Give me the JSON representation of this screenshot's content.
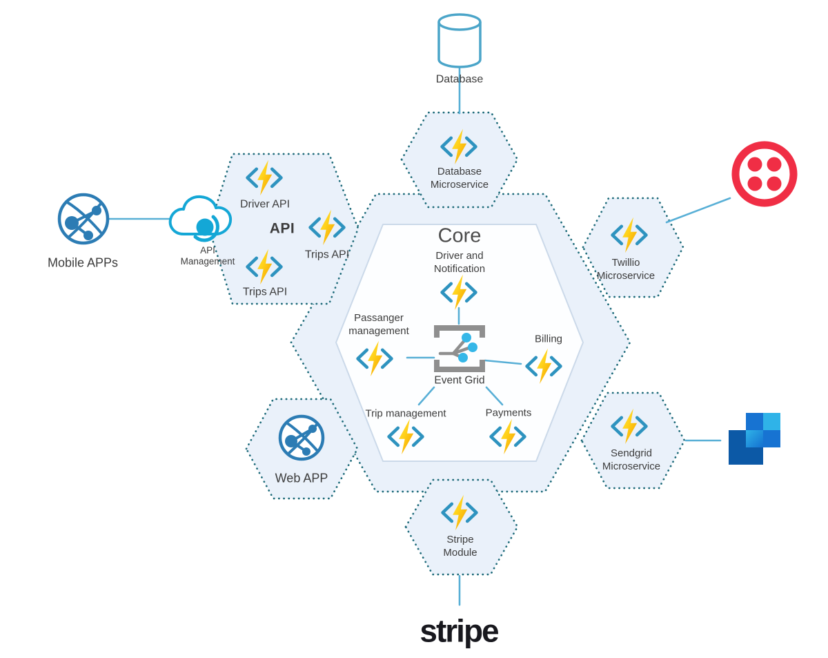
{
  "colors": {
    "background": "#FFFFFF",
    "hexagon_fill": "#EAF1FA",
    "hexagon_dot_border": "#1E6B7A",
    "core_fill": "#FDFEFF",
    "core_border": "#CBD9E9",
    "connector_blue": "#58AFD6",
    "function_bracket_blue": "#2E93BF",
    "bolt_yellow": "#FFD525",
    "bolt_amber": "#F49E00",
    "database_teal": "#4BA5C9",
    "globe_blue": "#2C7CB4",
    "cloud_cyan": "#14A7D6",
    "twilio_red": "#F02E45",
    "sendgrid_light_blue": "#2FB3E8",
    "sendgrid_mid_blue": "#1773D2",
    "sendgrid_dark_blue": "#0C59A6",
    "eventgrid_gray": "#8F8F8F",
    "eventgrid_dot_cyan": "#35B7E8",
    "text": "#3C3C3C",
    "stripe_black": "#18181E"
  },
  "icons": {
    "database": "database-cylinder-icon",
    "microservices": "azure-function-bolt-icon",
    "event_grid": "event-grid-icon",
    "mobile_apps": "globe-network-icon",
    "web_app": "globe-network-icon",
    "api_management": "api-management-cloud-icon",
    "twilio": "twilio-logo",
    "sendgrid": "sendgrid-logo"
  },
  "nodes": {
    "database": {
      "label": "Database"
    },
    "database_microservice": {
      "label": "Database\nMicroservice"
    },
    "api_group": {
      "title": "API",
      "driver_api": "Driver API",
      "trips_api_right": "Trips API",
      "trips_api_bottom": "Trips API"
    },
    "mobile_apps": {
      "label": "Mobile APPs"
    },
    "api_management": {
      "label": "API\nManagement"
    },
    "core": {
      "title": "Core",
      "driver_notification": "Driver and\nNotification",
      "passanger_management": "Passanger\nmanagement",
      "billing": "Billing",
      "event_grid": "Event Grid",
      "trip_management": "Trip management",
      "payments": "Payments"
    },
    "twillio_microservice": {
      "label": "Twillio\nMicroservice"
    },
    "sendgrid_microservice": {
      "label": "Sendgrid\nMicroservice"
    },
    "web_app": {
      "label": "Web APP"
    },
    "stripe_module": {
      "label": "Stripe\nModule"
    },
    "stripe_logo": {
      "label": "stripe"
    }
  }
}
